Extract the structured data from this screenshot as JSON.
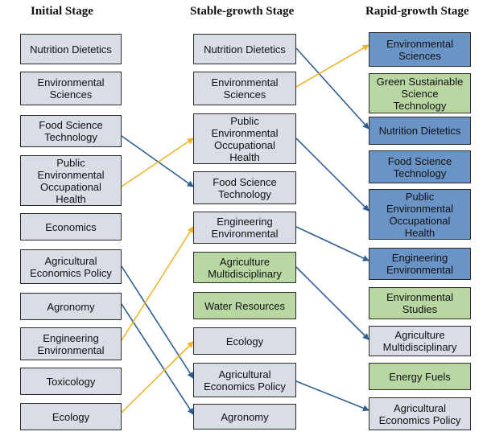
{
  "stages": {
    "initial": "Initial Stage",
    "stable": "Stable-growth Stage",
    "rapid": "Rapid-growth Stage"
  },
  "colors": {
    "gray": "#d9dde6",
    "green": "#b9d7a3",
    "blue": "#6a93c6",
    "blue_arrow": "#2f5f8f",
    "yellow_arrow": "#f0b429"
  },
  "initial": [
    "Nutrition Dietetics",
    "Environmental\nSciences",
    "Food Science\nTechnology",
    "Public\nEnvironmental\nOccupational\nHealth",
    "Economics",
    "Agricultural\nEconomics Policy",
    "Agronomy",
    "Engineering\nEnvironmental",
    "Toxicology",
    "Ecology"
  ],
  "stable": [
    "Nutrition Dietetics",
    "Environmental\nSciences",
    "Public\nEnvironmental\nOccupational\nHealth",
    "Food Science\nTechnology",
    "Engineering\nEnvironmental",
    "Agriculture\nMultidisciplinary",
    "Water Resources",
    "Ecology",
    "Agricultural\nEconomics Policy",
    "Agronomy"
  ],
  "rapid": [
    "Environmental\nSciences",
    "Green Sustainable\nScience\nTechnology",
    "Nutrition Dietetics",
    "Food Science\nTechnology",
    "Public\nEnvironmental\nOccupational\nHealth",
    "Engineering\nEnvironmental",
    "Environmental\nStudies",
    "Agriculture\nMultidisciplinary",
    "Energy Fuels",
    "Agricultural\nEconomics Policy"
  ]
}
